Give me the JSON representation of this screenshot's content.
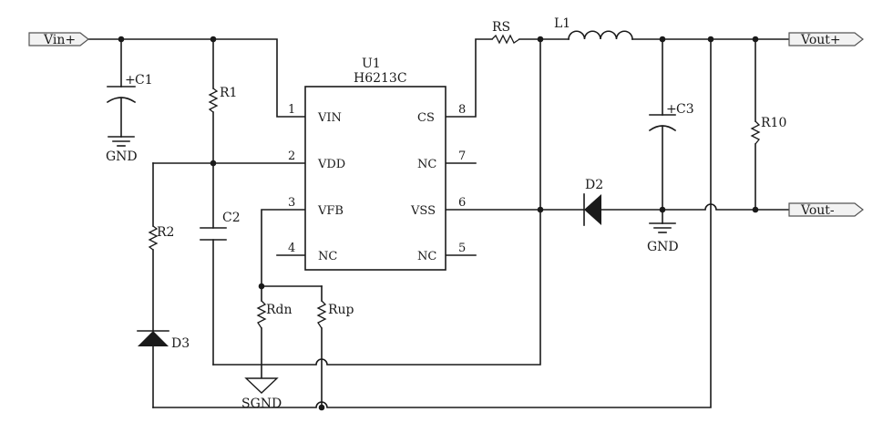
{
  "ports": {
    "vin_plus": "Vin+",
    "vout_plus": "Vout+",
    "vout_minus": "Vout-"
  },
  "ic": {
    "ref": "U1",
    "part": "H6213C",
    "pins": [
      {
        "num": "1",
        "name": "VIN"
      },
      {
        "num": "2",
        "name": "VDD"
      },
      {
        "num": "3",
        "name": "VFB"
      },
      {
        "num": "4",
        "name": "NC"
      },
      {
        "num": "5",
        "name": "NC"
      },
      {
        "num": "6",
        "name": "VSS"
      },
      {
        "num": "7",
        "name": "NC"
      },
      {
        "num": "8",
        "name": "CS"
      }
    ]
  },
  "components": {
    "c1": "C1",
    "c1_polarity": "+",
    "r1": "R1",
    "c2": "C2",
    "r2": "R2",
    "d3": "D3",
    "rdn": "Rdn",
    "rup": "Rup",
    "rs": "RS",
    "l1": "L1",
    "c3": "C3",
    "c3_polarity": "+",
    "r10": "R10",
    "d2": "D2"
  },
  "grounds": {
    "gnd_left": "GND",
    "gnd_right": "GND",
    "sgnd": "SGND"
  }
}
